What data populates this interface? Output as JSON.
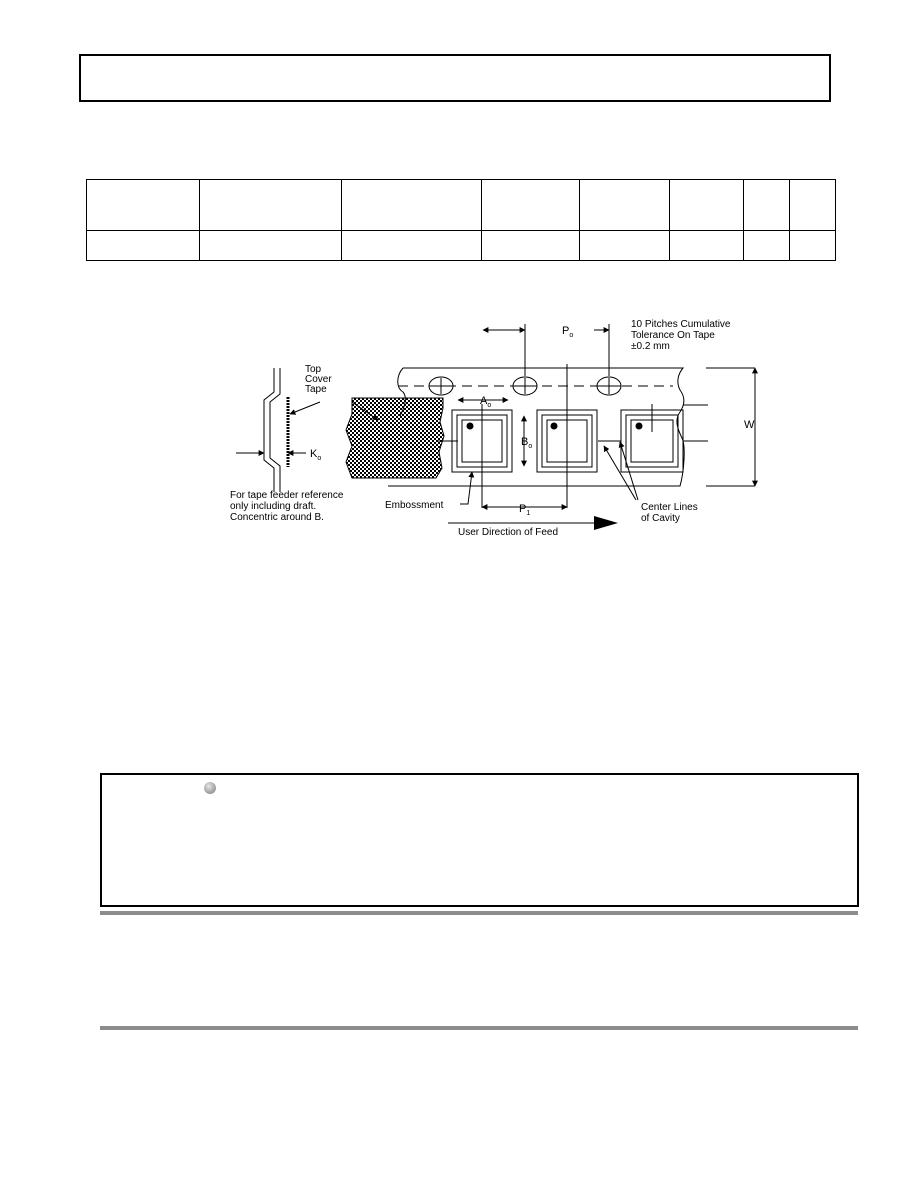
{
  "spec_table": {
    "rows": [
      [
        "",
        "",
        "",
        "",
        "",
        "",
        "",
        ""
      ],
      [
        "",
        "",
        "",
        "",
        "",
        "",
        "",
        ""
      ]
    ]
  },
  "diagram": {
    "label_top_cover_line1": "Top",
    "label_top_cover_line2": "Cover",
    "label_top_cover_line3": "Tape",
    "label_k": "K",
    "label_k_sub": "o",
    "label_draft_line1": "For tape feeder reference",
    "label_draft_line2": "only including draft.",
    "label_draft_line3": "Concentric around B.",
    "label_p0": "P",
    "label_p0_sub": "o",
    "label_tolerance_line1": "10 Pitches Cumulative",
    "label_tolerance_line2": "Tolerance On Tape",
    "label_tolerance_line3": "±0.2 mm",
    "label_a0": "A",
    "label_a0_sub": "o",
    "label_b0": "B",
    "label_b0_sub": "o",
    "label_w": "W",
    "label_embossment": "Embossment",
    "label_p1": "P",
    "label_p1_sub": "1",
    "label_center_line1": "Center Lines",
    "label_center_line2": "of Cavity",
    "label_feed": "User Direction of Feed"
  }
}
